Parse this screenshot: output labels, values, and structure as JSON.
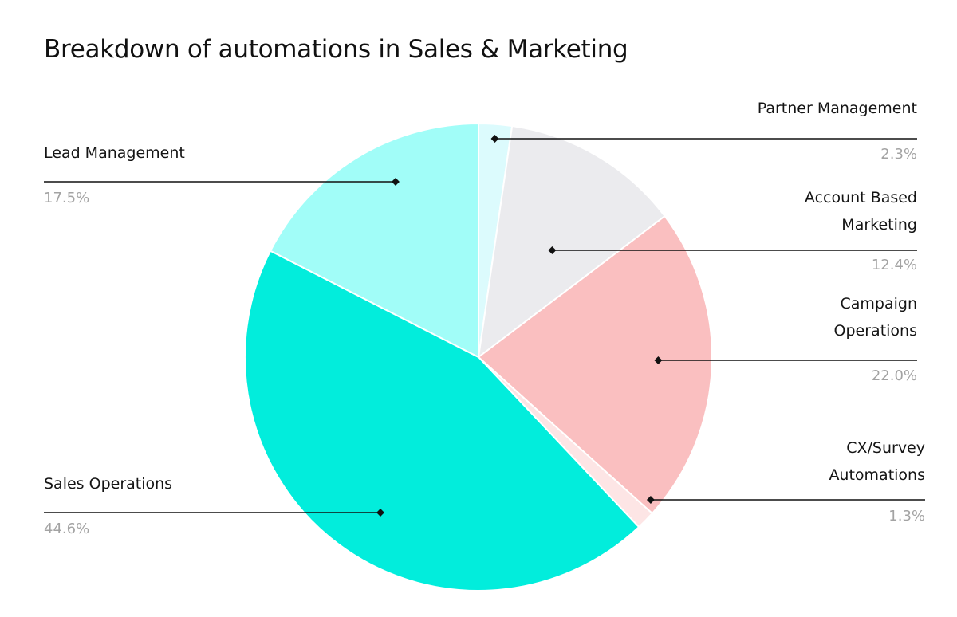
{
  "chart_data": {
    "type": "pie",
    "title": "Breakdown of automations in Sales & Marketing",
    "slices": [
      {
        "label": "Partner Management",
        "value": 2.3,
        "value_label": "2.3%",
        "color": "#dcfbfd",
        "label_side": "right"
      },
      {
        "label": "Account Based Marketing",
        "label_lines": [
          "Account Based",
          "Marketing"
        ],
        "value": 12.4,
        "value_label": "12.4%",
        "color": "#ebebee",
        "label_side": "right"
      },
      {
        "label": "Campaign Operations",
        "label_lines": [
          "Campaign",
          "Operations"
        ],
        "value": 22.0,
        "value_label": "22.0%",
        "color": "#fabfc0",
        "label_side": "right"
      },
      {
        "label": "CX/Survey Automations",
        "label_lines": [
          "CX/Survey",
          "Automations"
        ],
        "value": 1.3,
        "value_label": "1.3%",
        "color": "#fde5e5",
        "label_side": "right"
      },
      {
        "label": "Sales Operations",
        "value": 44.6,
        "value_label": "44.6%",
        "color": "#02eddc",
        "label_side": "left"
      },
      {
        "label": "Lead Management",
        "value": 17.5,
        "value_label": "17.5%",
        "color": "#a1fdf8",
        "label_side": "left"
      }
    ],
    "start_angle": "top",
    "direction": "clockwise",
    "legend": "callout labels"
  }
}
